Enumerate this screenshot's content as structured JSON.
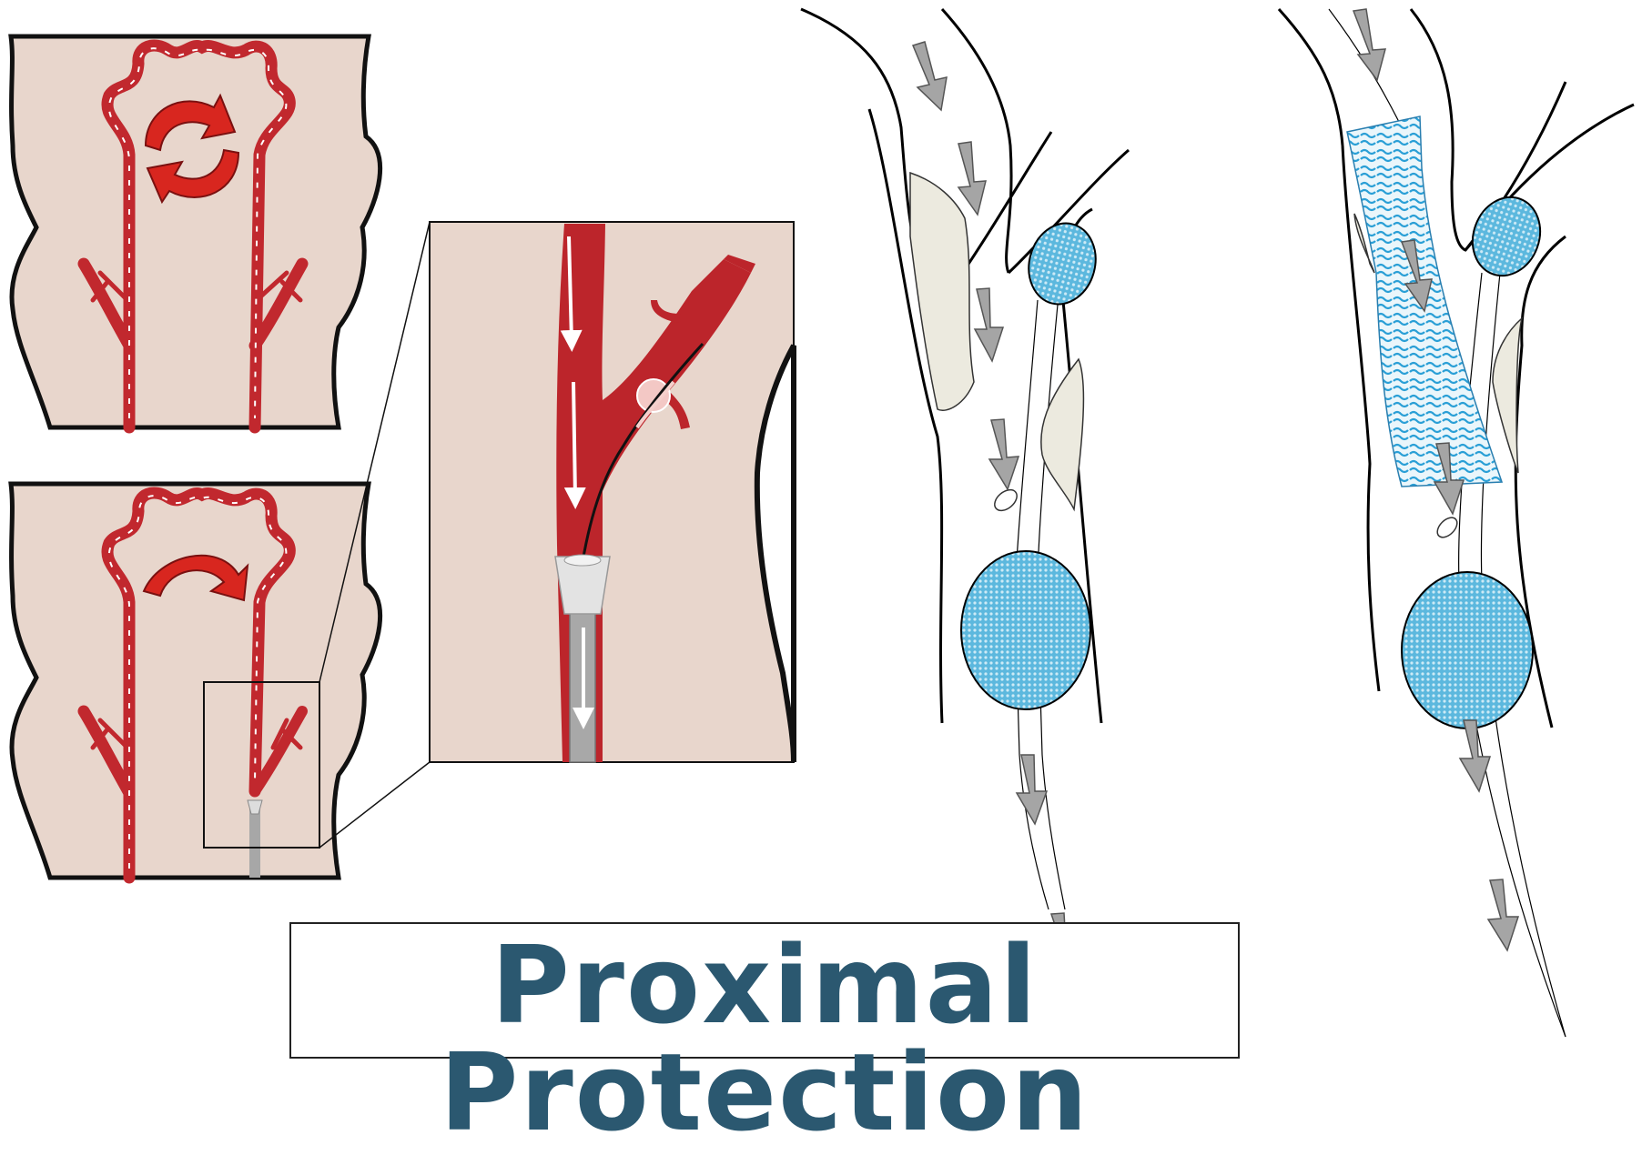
{
  "title": "Proximal Protection",
  "colors": {
    "skin": "#e9d6cc",
    "artery": "#bf262c",
    "balloon": "#4fb2d9",
    "plaque": "#edeae0",
    "arrow_gray": "#a6a6a6",
    "title": "#2b5870"
  },
  "icons": [
    "circular-flow-arrows",
    "reversed-flow-arrow",
    "flow-direction-arrows",
    "occlusion-balloon",
    "stent-mesh"
  ]
}
